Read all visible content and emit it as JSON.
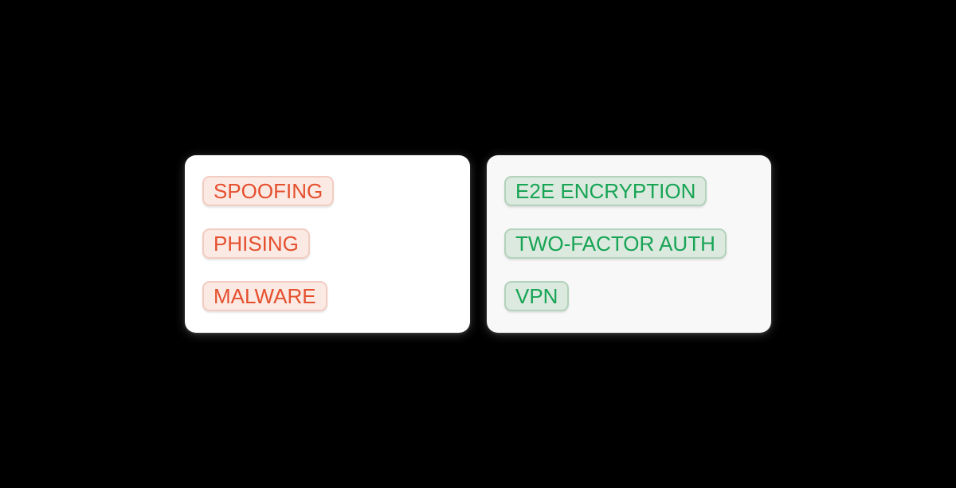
{
  "colors": {
    "page_background": "#000000",
    "threat_card_background": "#FFFFFF",
    "protection_card_background": "#F7F8F7",
    "threat_text": "#E5502E",
    "threat_chip_background": "#FBE9E4",
    "threat_chip_border": "#F3CCC1",
    "protection_text": "#17A455",
    "protection_chip_background": "#DBE9DE",
    "protection_chip_border": "#B3D2BB"
  },
  "cards": [
    {
      "id": "threats",
      "variant": "threat",
      "tags": [
        {
          "label": "SPOOFING"
        },
        {
          "label": "PHISING"
        },
        {
          "label": "MALWARE"
        }
      ]
    },
    {
      "id": "protections",
      "variant": "protection",
      "tags": [
        {
          "label": "E2E ENCRYPTION"
        },
        {
          "label": "TWO-FACTOR AUTH"
        },
        {
          "label": "VPN"
        }
      ]
    }
  ]
}
